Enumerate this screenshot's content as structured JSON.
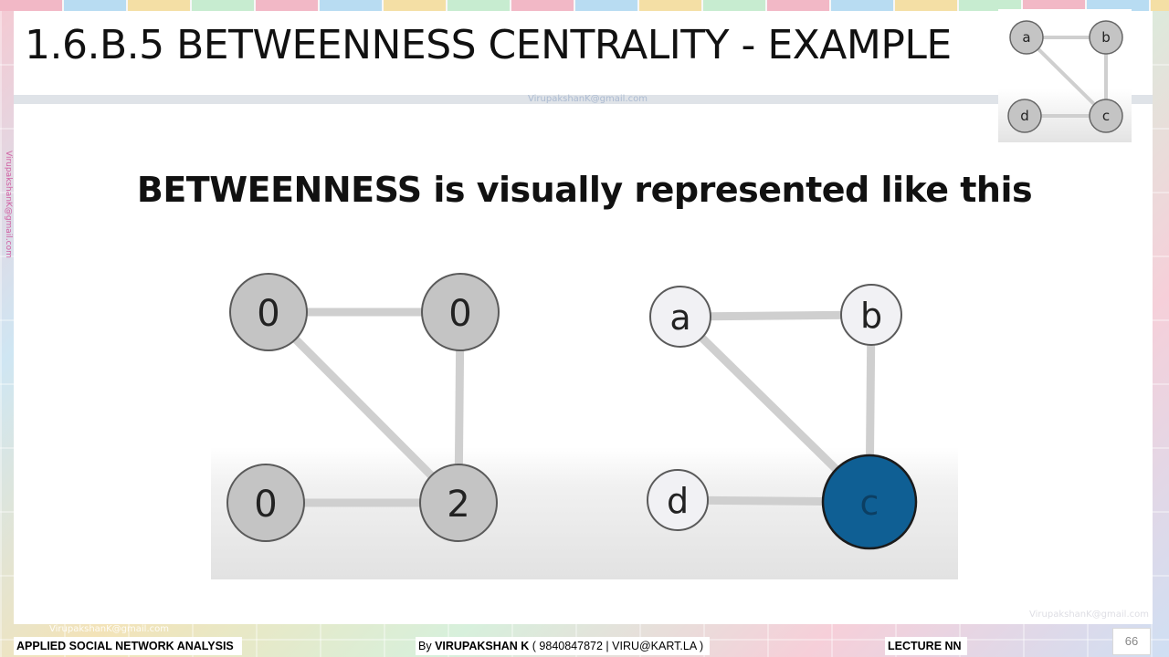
{
  "slide": {
    "title": "1.6.B.5 BETWEENNESS CENTRALITY - EXAMPLE",
    "subtitle": "BETWEENNESS is visually represented like this"
  },
  "thumbnail_graph": {
    "nodes": [
      {
        "id": "a",
        "label": "a"
      },
      {
        "id": "b",
        "label": "b"
      },
      {
        "id": "c",
        "label": "c"
      },
      {
        "id": "d",
        "label": "d"
      }
    ],
    "edges": [
      [
        "a",
        "b"
      ],
      [
        "a",
        "c"
      ],
      [
        "b",
        "c"
      ],
      [
        "d",
        "c"
      ]
    ]
  },
  "betweenness_graph": {
    "nodes": [
      {
        "id": "a",
        "value": "0"
      },
      {
        "id": "b",
        "value": "0"
      },
      {
        "id": "c",
        "value": "2"
      },
      {
        "id": "d",
        "value": "0"
      }
    ]
  },
  "highlight_graph": {
    "nodes": [
      {
        "id": "a",
        "label": "a"
      },
      {
        "id": "b",
        "label": "b"
      },
      {
        "id": "c",
        "label": "c",
        "highlighted": true
      },
      {
        "id": "d",
        "label": "d"
      }
    ],
    "highlight_color": "#0f5f94"
  },
  "colors": {
    "node_gray": "#c4c4c4",
    "node_light": "#f1f1f4",
    "edge": "#cfcfcf",
    "node_stroke": "#5a5a5a"
  },
  "footer": {
    "course": "APPLIED SOCIAL NETWORK ANALYSIS",
    "by_prefix": "By ",
    "author": "VIRUPAKSHAN K",
    "contact": " ( 9840847872 | VIRU@KART.LA )",
    "lecture": "LECTURE NN",
    "page_number": "66"
  },
  "watermarks": {
    "email": "VirupakshanK@gmail.com"
  }
}
